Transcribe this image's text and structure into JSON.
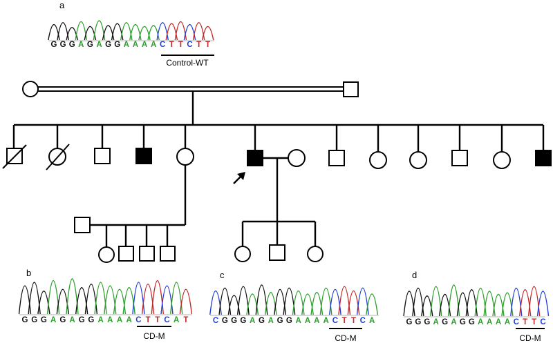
{
  "panels": {
    "a": {
      "label": "a",
      "sequence": "GGGAGAGGAAAACTTCTT",
      "annotation": "Control-WT"
    },
    "b": {
      "label": "b",
      "sequence": "GGGAGAGGAAAACTTCAT",
      "annotation": "CD-M"
    },
    "c": {
      "label": "c",
      "sequence": "CGGGAGAGGAAAACTTCA",
      "annotation": "CD-M"
    },
    "d": {
      "label": "d",
      "sequence": "GGGAGAGGAAAACTTC",
      "annotation": "CD-M"
    }
  },
  "colors": {
    "A": "#2ca02c",
    "C": "#1f3fd6",
    "G": "#111111",
    "T": "#c62828"
  },
  "pedigree": {
    "generation1": [
      "female",
      "male"
    ],
    "generation2": [
      {
        "sex": "male",
        "status": "deceased"
      },
      {
        "sex": "female",
        "status": "deceased"
      },
      {
        "sex": "male",
        "status": "unaffected"
      },
      {
        "sex": "male",
        "status": "affected"
      },
      {
        "sex": "female",
        "status": "unaffected"
      },
      {
        "sex": "male",
        "status": "affected",
        "proband": true
      },
      {
        "sex": "female",
        "status": "unaffected",
        "spouse": true
      },
      {
        "sex": "male",
        "status": "unaffected"
      },
      {
        "sex": "female",
        "status": "unaffected"
      },
      {
        "sex": "female",
        "status": "unaffected"
      },
      {
        "sex": "male",
        "status": "unaffected"
      },
      {
        "sex": "female",
        "status": "unaffected"
      },
      {
        "sex": "male",
        "status": "affected"
      }
    ],
    "generation3_left": [
      "female",
      "male",
      "male",
      "male"
    ],
    "generation3_right": [
      "female",
      "male",
      "female"
    ]
  }
}
